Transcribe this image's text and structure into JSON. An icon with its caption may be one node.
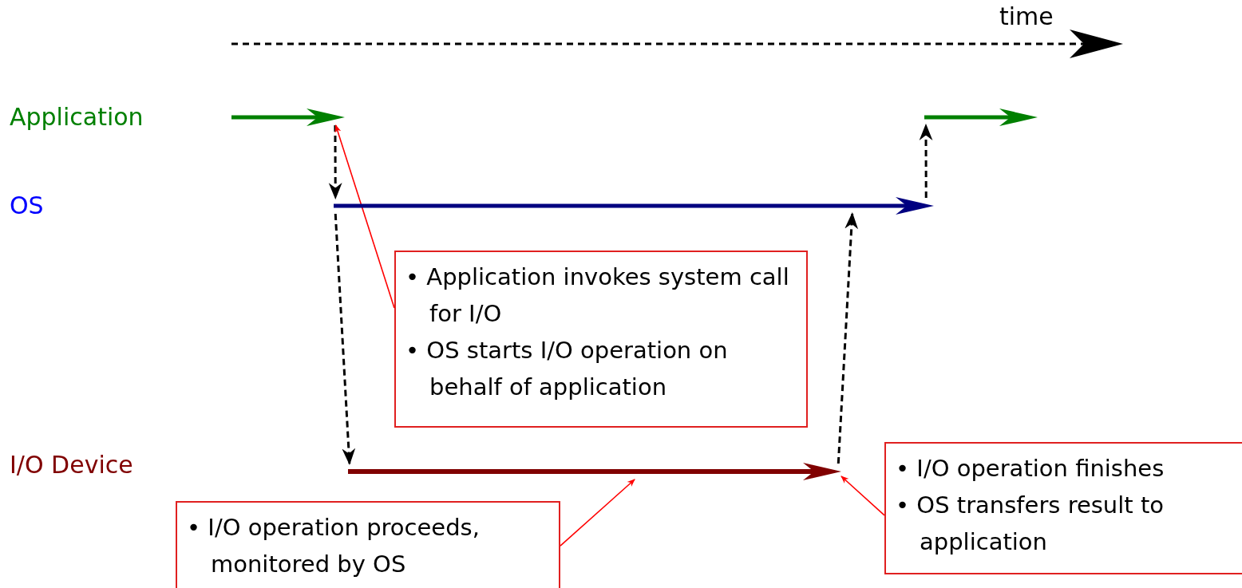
{
  "diagram": {
    "nodes": [
      {
        "text": [],
        "shape": "arrow"
      },
      {
        "text": [],
        "shape": "arrow"
      },
      {
        "text": [],
        "shape": "arrow"
      },
      {
        "text": [],
        "shape": "arrow"
      },
      {
        "text": [
          "• Application invokes system call for I/O",
          "• OS starts I/O operation on behalf of application"
        ]
      },
      {
        "text": [
          "• I/O operation proceeds, monitored by OS"
        ]
      },
      {
        "text": [
          "• I/O operation finishes",
          "• OS transfers result to application"
        ]
      }
    ],
    "edges": [
      {
        "from": 0,
        "to": 1,
        "arrow": "to",
        "style": "dashed"
      },
      {
        "from": 1,
        "to": 2,
        "arrow": "to",
        "style": "dashed"
      },
      {
        "from": 2,
        "to": 1,
        "arrow": "to",
        "style": "dashed"
      },
      {
        "from": 1,
        "to": 3,
        "arrow": "to",
        "style": "dashed"
      },
      {
        "from": 4,
        "to": 0,
        "arrow": "to",
        "color": "#ff0000"
      },
      {
        "from": 5,
        "to": 2,
        "arrow": "to",
        "color": "#ff0000"
      },
      {
        "from": 6,
        "to": 2,
        "arrow": "to",
        "color": "#ff0000"
      }
    ],
    "labels": [
      "time",
      "Application",
      "OS",
      "I/O Device"
    ]
  }
}
